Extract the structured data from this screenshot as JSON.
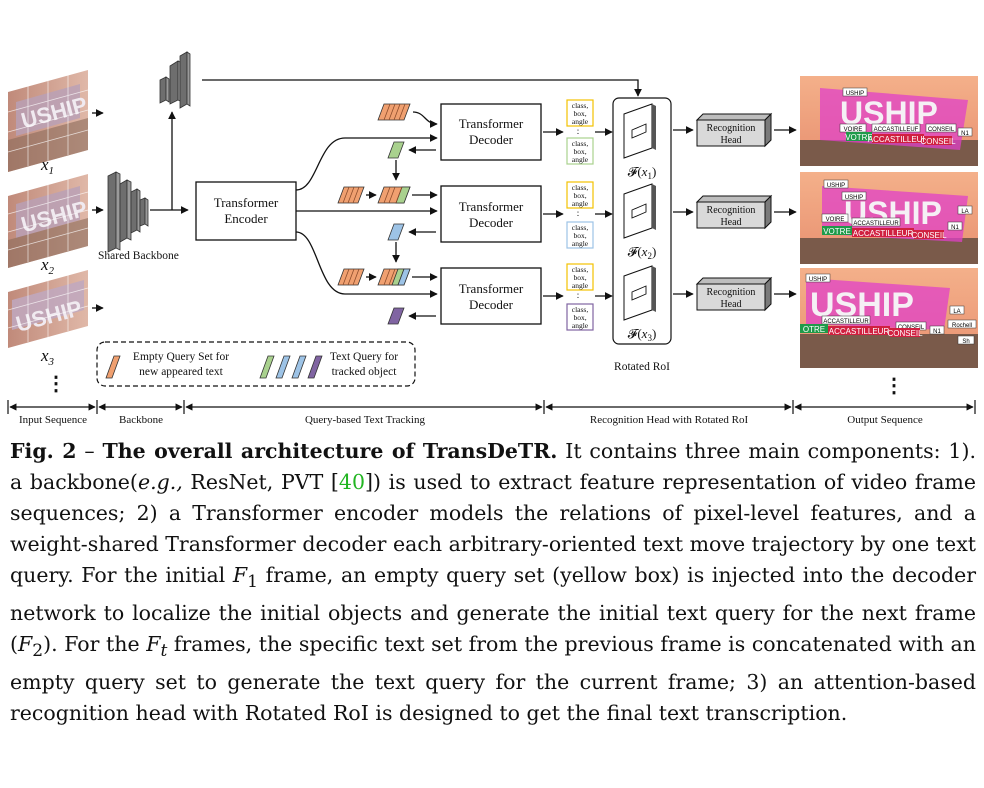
{
  "frames": {
    "labels": [
      "x",
      "x",
      "x"
    ],
    "subscripts": [
      "1",
      "2",
      "3"
    ],
    "ellipsis": "⋮"
  },
  "backbone": {
    "label": "Shared Backbone"
  },
  "encoder": {
    "line1": "Transformer",
    "line2": "Encoder"
  },
  "decoders": [
    {
      "line1": "Transformer",
      "line2": "Decoder"
    },
    {
      "line1": "Transformer",
      "line2": "Decoder"
    },
    {
      "line1": "Transformer",
      "line2": "Decoder"
    }
  ],
  "pred_box": {
    "line1": "class,",
    "line2": "box,",
    "line3": "angle"
  },
  "rotated_roi": {
    "label": "Rotated RoI",
    "feat_prefix": "𝓕(",
    "feat_labels": [
      "x",
      "x",
      "x"
    ],
    "feat_subs": [
      "1",
      "2",
      "3"
    ],
    "feat_suffix": ")"
  },
  "recognition_heads": [
    {
      "line1": "Recognition",
      "line2": "Head"
    },
    {
      "line1": "Recognition",
      "line2": "Head"
    },
    {
      "line1": "Recognition",
      "line2": "Head"
    }
  ],
  "legend": {
    "empty_title": "Empty Query Set for",
    "empty_sub": "new appeared text",
    "text_title": "Text Query for",
    "text_sub": "tracked object"
  },
  "stages": [
    "Input Sequence",
    "Backbone",
    "Query-based Text Tracking",
    "Recognition Head with Rotated RoI",
    "Output Sequence"
  ],
  "scene": {
    "sign_text": "USHIP",
    "labels_1": [
      "USHIP",
      "VOIRE",
      "ACCASTILLEUF",
      "CONSEIL",
      "N1",
      "VOTRE",
      "ACCASTILLEUR",
      "CONSEIL"
    ],
    "labels_2": [
      "USHIP",
      "USHIP",
      "VOIRE",
      "ACCASTILLEUR",
      "N1",
      "VOTRE",
      "ACCASTILLEUR",
      "CONSEIL",
      "LA"
    ],
    "labels_3": [
      "USHIP",
      "ACCASTILLEUR",
      "CONSEIL",
      "N1",
      "Rochell",
      "Sh",
      "OTRE",
      "ACCASTILLEUR",
      "CONSEIL",
      "LA"
    ]
  },
  "caption": {
    "fig": "Fig. 2",
    "dash": " – ",
    "title": "The overall architecture of TransDeTR.",
    "t1": " It contains three main components: 1). a backbone(",
    "eg": "e.g.,",
    "t2": " ResNet, PVT [",
    "ref": "40",
    "t3": "]) is used to extract feature representation of video frame sequences; 2) a Transformer encoder models the relations of pixel-level features, and a weight-shared Transformer decoder each arbitrary-oriented text move trajectory by one text query. For the initial ",
    "f1": "F",
    "f1sub": "1",
    "t4": " frame, an empty query set (yellow box) is injected into the decoder network to localize the initial objects and generate the initial text query for the next frame (",
    "f2": "F",
    "f2sub": "2",
    "t5": "). For the ",
    "ft": "F",
    "ftsub": "t",
    "t6": " frames, the specific text set from the previous frame is concatenated with an empty query set to generate the text query for the current frame; 3) an attention-based recognition head with Rotated RoI is designed to get the final text transcription."
  },
  "colors": {
    "empty_query": "#f0a070",
    "green_query": "#a9d18e",
    "blue_query": "#9dc3e6",
    "purple_query": "#8064a2",
    "pred_border": "#f2c200",
    "accent_red": "#e0303a",
    "ref_green": "#22b522",
    "pink_sign": "#e040c8"
  }
}
